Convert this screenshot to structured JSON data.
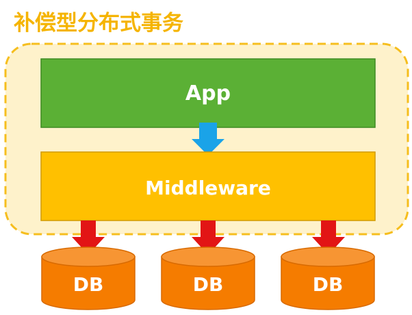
{
  "title": "补偿型分布式事务",
  "app_label": "App",
  "middleware_label": "Middleware",
  "databases": [
    {
      "label": "DB"
    },
    {
      "label": "DB"
    },
    {
      "label": "DB"
    }
  ],
  "colors": {
    "title": "#f5b400",
    "container_fill": "#fef2cb",
    "container_border": "#f6be1e",
    "app_fill": "#5bb035",
    "app_border": "#3d8a23",
    "middleware_fill": "#ffc000",
    "middleware_border": "#d19a00",
    "db_fill": "#f57c00",
    "db_top": "#f79533",
    "db_border": "#d86a00",
    "arrow_blue": "#1aa3e8",
    "arrow_red": "#e21515"
  }
}
